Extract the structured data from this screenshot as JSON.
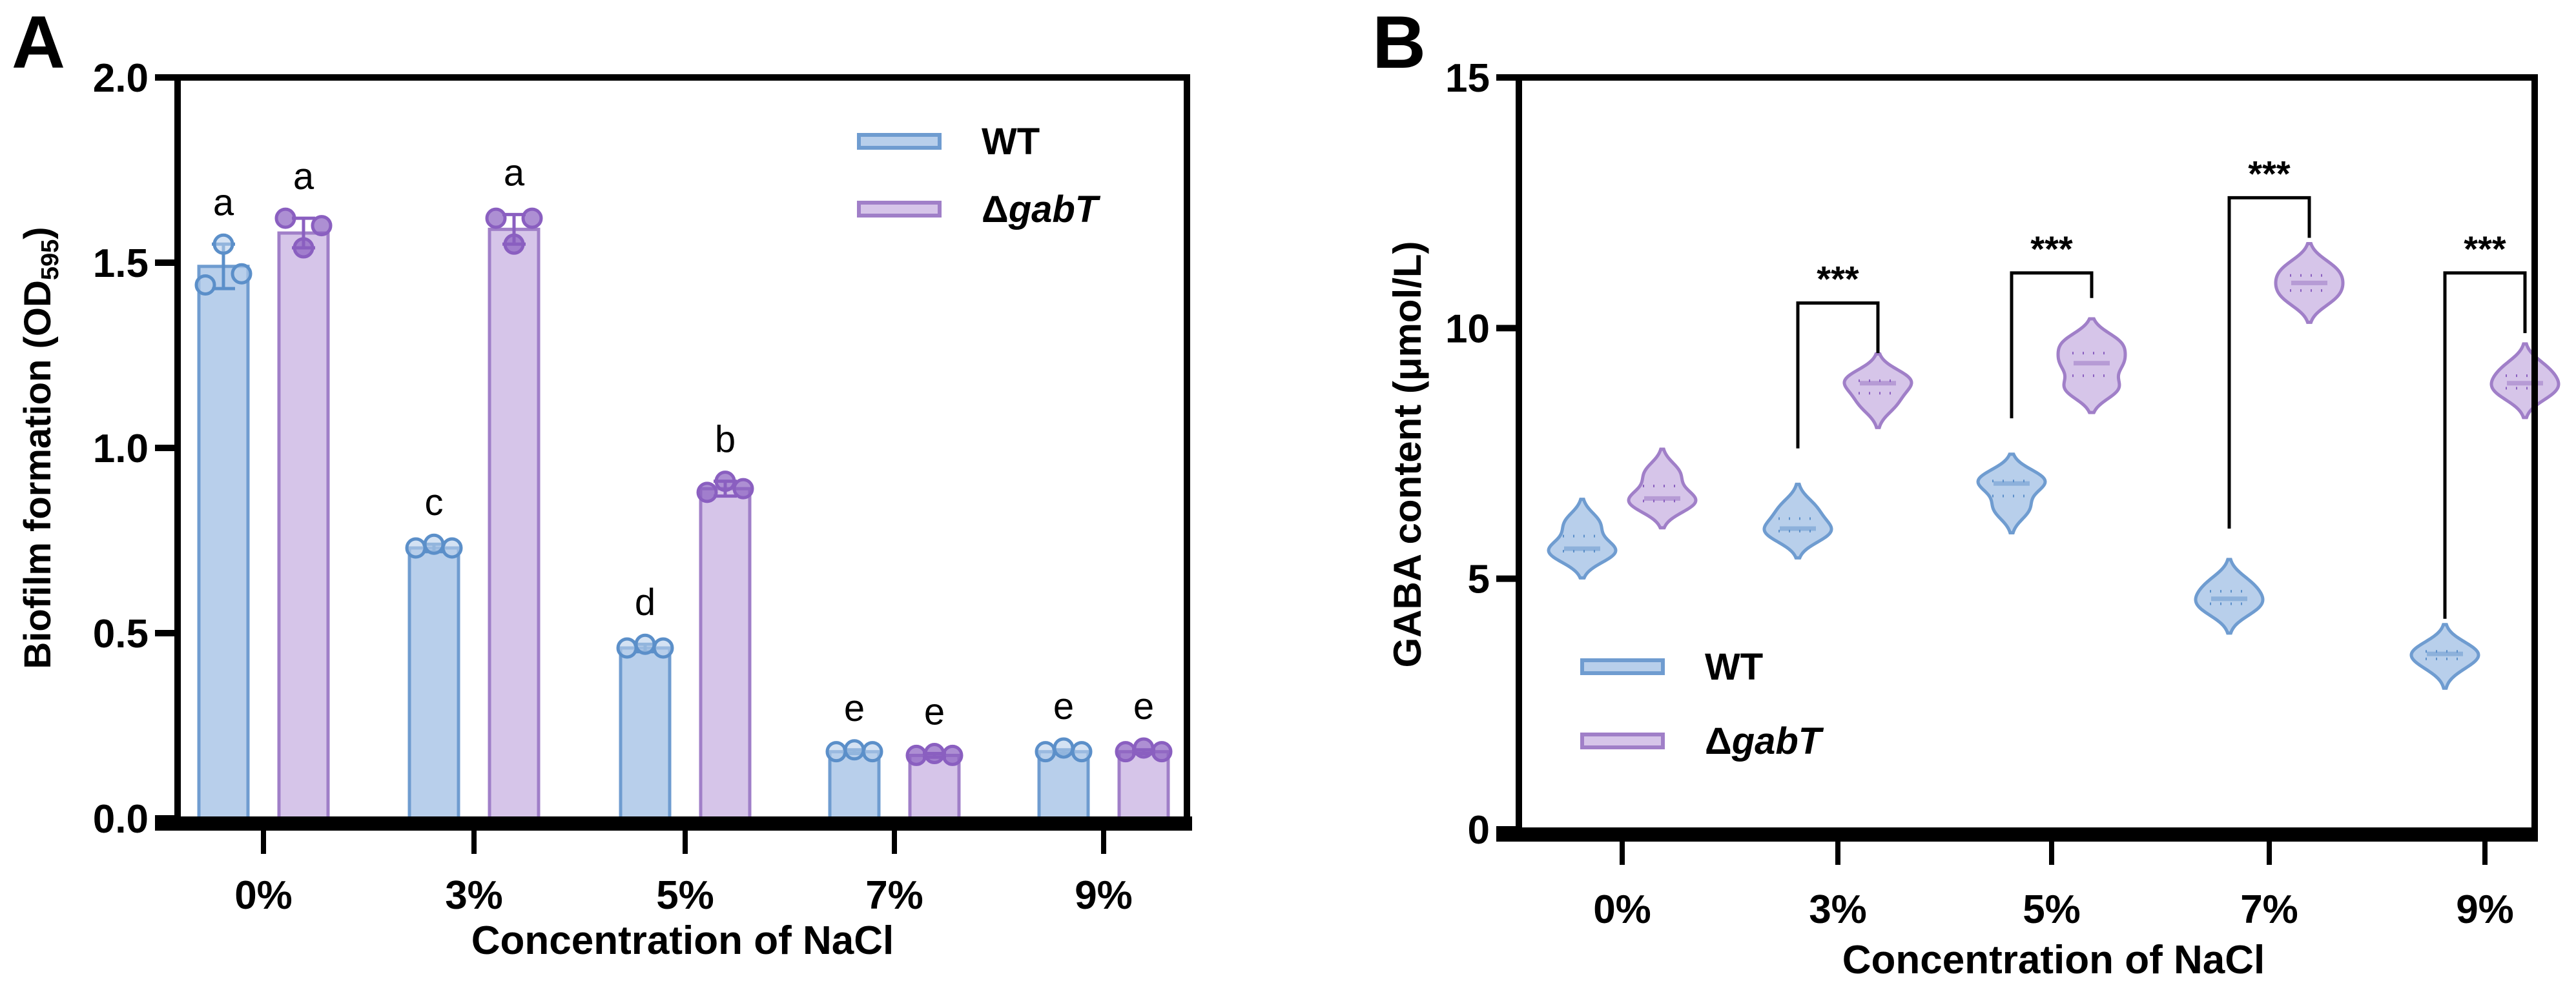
{
  "colors": {
    "wt_fill": "#b8cfeb",
    "wt_stroke": "#6f9cd0",
    "wt_point": "#5b8fc9",
    "gabt_fill": "#d6c5e9",
    "gabt_stroke": "#a07fc8",
    "gabt_point": "#8a5fc0",
    "axis": "#000000"
  },
  "chart_data": [
    {
      "panel_label": "A",
      "type": "bar",
      "categories": [
        "0%",
        "3%",
        "5%",
        "7%",
        "9%"
      ],
      "xlabel": "Concentration of NaCl",
      "ylabel": "Biofilm formation (OD",
      "ylabel_sub": "595",
      "ylabel_end": ")",
      "ylim": [
        0,
        2.0
      ],
      "yticks": [
        "0.0",
        "0.5",
        "1.0",
        "1.5",
        "2.0"
      ],
      "legend": "top-right",
      "series": [
        {
          "name": "WT",
          "values": [
            1.49,
            0.73,
            0.46,
            0.18,
            0.18
          ],
          "points": [
            [
              1.44,
              1.55,
              1.47
            ],
            [
              0.73,
              0.74,
              0.73
            ],
            [
              0.46,
              0.47,
              0.46
            ],
            [
              0.18,
              0.185,
              0.18
            ],
            [
              0.18,
              0.19,
              0.18
            ]
          ],
          "error": [
            0.06,
            0.01,
            0.01,
            0.005,
            0.005
          ],
          "letters": [
            "a",
            "c",
            "d",
            "e",
            "e"
          ]
        },
        {
          "name": "ΔgabT",
          "name_prefix": "Δ",
          "name_italic": "gabT",
          "values": [
            1.58,
            1.59,
            0.89,
            0.17,
            0.18
          ],
          "points": [
            [
              1.62,
              1.54,
              1.6
            ],
            [
              1.62,
              1.55,
              1.62
            ],
            [
              0.88,
              0.91,
              0.89
            ],
            [
              0.17,
              0.175,
              0.17
            ],
            [
              0.18,
              0.19,
              0.18
            ]
          ],
          "error": [
            0.04,
            0.04,
            0.02,
            0.005,
            0.005
          ],
          "letters": [
            "a",
            "a",
            "b",
            "e",
            "e"
          ]
        }
      ]
    },
    {
      "panel_label": "B",
      "type": "violin",
      "categories": [
        "0%",
        "3%",
        "5%",
        "7%",
        "9%"
      ],
      "xlabel": "Concentration of NaCl",
      "ylabel": "GABA content (μmol/L)",
      "ylim": [
        0,
        15
      ],
      "yticks": [
        "0",
        "5",
        "10",
        "15"
      ],
      "legend": "bottom-left",
      "series": [
        {
          "name": "WT",
          "samples": [
            [
              5.5,
              5.6,
              6.1
            ],
            [
              5.9,
              6.0,
              6.4
            ],
            [
              6.4,
              6.9,
              7.0
            ],
            [
              4.4,
              4.6,
              4.9
            ],
            [
              3.3,
              3.5,
              3.6
            ]
          ]
        },
        {
          "name": "ΔgabT",
          "name_prefix": "Δ",
          "name_italic": "gabT",
          "samples": [
            [
              6.5,
              6.6,
              7.1
            ],
            [
              8.5,
              8.9,
              9.0
            ],
            [
              8.8,
              9.3,
              9.7
            ],
            [
              10.6,
              10.9,
              11.2
            ],
            [
              8.7,
              8.9,
              9.2
            ]
          ]
        }
      ],
      "significance": [
        {
          "category": "3%",
          "label": "***",
          "top": 10.5,
          "left_end": 7.6,
          "right_end": 9.5
        },
        {
          "category": "5%",
          "label": "***",
          "top": 11.1,
          "left_end": 8.2,
          "right_end": 10.6
        },
        {
          "category": "7%",
          "label": "***",
          "top": 12.6,
          "left_end": 6.0,
          "right_end": 11.8
        },
        {
          "category": "9%",
          "label": "***",
          "top": 11.1,
          "left_end": 4.2,
          "right_end": 9.9
        }
      ]
    }
  ]
}
